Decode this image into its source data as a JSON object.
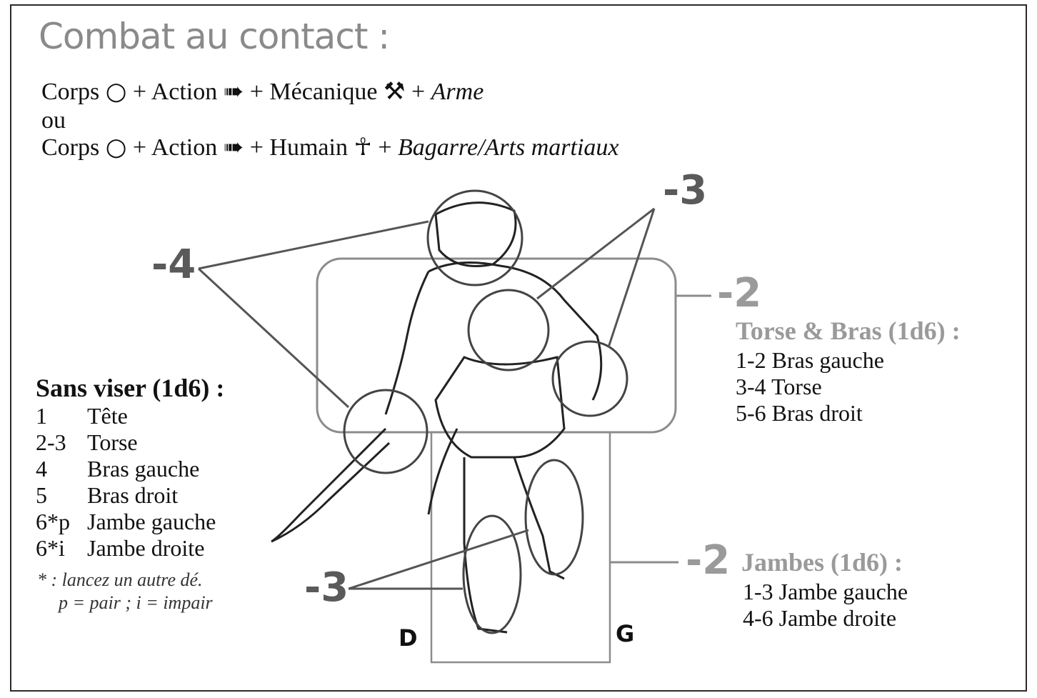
{
  "title": "Combat au contact :",
  "formula1": {
    "corps": "Corps",
    "action": "+ Action",
    "meca": "+ Mécanique",
    "arme": "+",
    "arme_label": "Arme"
  },
  "or": "ou",
  "formula2": {
    "corps": "Corps",
    "action": "+ Action",
    "humain": "+ Humain",
    "plus": "+",
    "skill": "Bagarre/Arts martiaux"
  },
  "icons": {
    "corps": "circle-icon",
    "action": "arrow-icon",
    "mecanique": "hammer-icon",
    "humain": "human-icon"
  },
  "modifiers": {
    "head": "-4",
    "arms": "-3",
    "torso_zone": "-2",
    "legs": "-3",
    "legs_zone": "-2"
  },
  "sans_viser": {
    "header": "Sans viser (1d6) :",
    "rows": [
      {
        "roll": "1",
        "loc": "Tête"
      },
      {
        "roll": "2-3",
        "loc": "Torse"
      },
      {
        "roll": "4",
        "loc": "Bras gauche"
      },
      {
        "roll": "5",
        "loc": "Bras droit"
      },
      {
        "roll": "6*p",
        "loc": "Jambe gauche"
      },
      {
        "roll": "6*i",
        "loc": "Jambe droite"
      }
    ],
    "note1": "* : lancez un autre dé.",
    "note2": "p = pair ; i = impair"
  },
  "torse_bras": {
    "header": "Torse & Bras (1d6) :",
    "rows": [
      "1-2 Bras gauche",
      "3-4 Torse",
      "5-6 Bras droit"
    ]
  },
  "jambes": {
    "header": "Jambes (1d6) :",
    "rows": [
      "1-3 Jambe gauche",
      "4-6 Jambe droite"
    ]
  },
  "sides": {
    "right": "D",
    "left": "G"
  },
  "colors": {
    "dark": "#5a5a5a",
    "light": "#9a9a9a",
    "line": "#555555"
  }
}
